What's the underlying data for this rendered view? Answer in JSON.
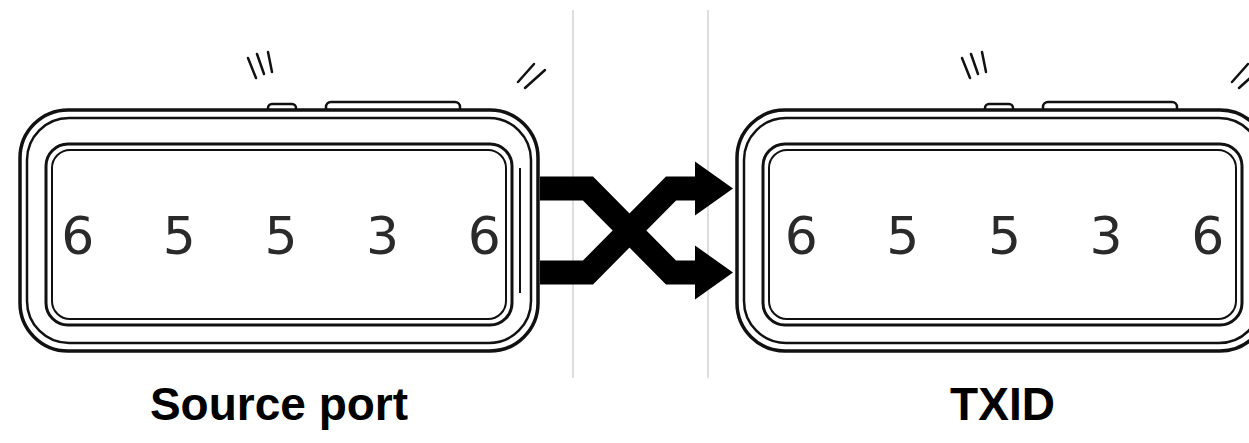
{
  "diagram": {
    "nodes": [
      {
        "text": [
          "6 5 5 3 6",
          "Source port"
        ]
      },
      {
        "text": [
          "6 5 5 3 6",
          "TXID"
        ]
      }
    ],
    "edges": [
      {
        "from": 0,
        "to": 1,
        "arrow": "to"
      }
    ]
  }
}
